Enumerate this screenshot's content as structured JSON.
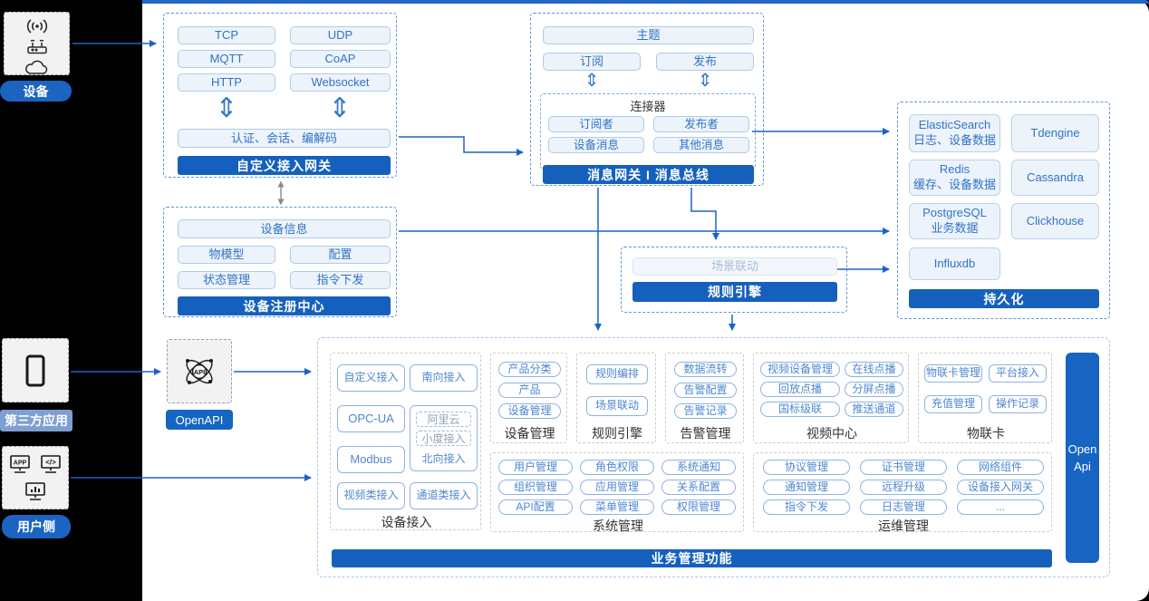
{
  "left_rail": {
    "device": {
      "label": "设备",
      "icons": [
        "signal-icon",
        "router-icon",
        "cloud-icon"
      ]
    },
    "third_party": {
      "label": "第三方应用",
      "icons": [
        "phone-icon"
      ]
    },
    "user_side": {
      "label": "用户侧",
      "icons": [
        "app-monitor-icon",
        "code-monitor-icon",
        "chart-monitor-icon"
      ]
    },
    "openapi": {
      "label": "OpenAPI",
      "icon": "api-atom-icon"
    }
  },
  "custom_gateway": {
    "title": "自定义接入网关",
    "protocols": [
      "TCP",
      "UDP",
      "MQTT",
      "CoAP",
      "HTTP",
      "Websocket"
    ],
    "session_bar": "认证、会话、编解码"
  },
  "device_registry": {
    "title": "设备注册中心",
    "device_info": "设备信息",
    "items": [
      "物模型",
      "配置",
      "状态管理",
      "指令下发"
    ]
  },
  "message_bus": {
    "title": "消息网关 I 消息总线",
    "topic": "主题",
    "subscribe": "订阅",
    "publish": "发布",
    "connector_title": "连接器",
    "connector_items": [
      "订阅者",
      "发布者",
      "设备消息",
      "其他消息"
    ]
  },
  "rule_engine_box": {
    "title": "规则引擎",
    "scene": "场景联动"
  },
  "persistence": {
    "title": "持久化",
    "stores": [
      {
        "name": "ElasticSearch",
        "desc": "日志、设备数据"
      },
      {
        "name": "Tdengine",
        "desc": ""
      },
      {
        "name": "Redis",
        "desc": "缓存、设备数据"
      },
      {
        "name": "Cassandra",
        "desc": ""
      },
      {
        "name": "PostgreSQL",
        "desc": "业务数据"
      },
      {
        "name": "Clickhouse",
        "desc": ""
      },
      {
        "name": "Influxdb",
        "desc": ""
      }
    ]
  },
  "business": {
    "footer": "业务管理功能",
    "open_api": "Open Api",
    "device_access": {
      "title": "设备接入",
      "pills": [
        "自定义接入",
        "南向接入",
        "OPC-UA",
        "Modbus",
        "视频类接入",
        "通道类接入"
      ],
      "north": {
        "label": "北向接入",
        "sub": [
          "阿里云",
          "小度接入"
        ]
      }
    },
    "device_mgmt": {
      "title": "设备管理",
      "pills": [
        "产品分类",
        "产品",
        "设备管理"
      ]
    },
    "rule_engine": {
      "title": "规则引擎",
      "pills": [
        "规则编排",
        "场景联动"
      ]
    },
    "alarm_mgmt": {
      "title": "告警管理",
      "pills": [
        "数据流转",
        "告警配置",
        "告警记录"
      ]
    },
    "video_center": {
      "title": "视频中心",
      "pills": [
        "视频设备管理",
        "在线点播",
        "回放点播",
        "分屏点播",
        "国标级联",
        "推送通道"
      ]
    },
    "iot_card": {
      "title": "物联卡",
      "pills": [
        "物联卡管理",
        "平台接入",
        "充值管理",
        "操作记录"
      ]
    },
    "system_mgmt": {
      "title": "系统管理",
      "pills": [
        "用户管理",
        "角色权限",
        "系统通知",
        "组织管理",
        "应用管理",
        "关系配置",
        "API配置",
        "菜单管理",
        "权限管理"
      ]
    },
    "ops_mgmt": {
      "title": "运维管理",
      "pills": [
        "协议管理",
        "证书管理",
        "网络组件",
        "通知管理",
        "远程升级",
        "设备接入网关",
        "指令下发",
        "日志管理",
        "..."
      ]
    }
  },
  "glyphs": {
    "v_double_arrow": "⇕"
  }
}
